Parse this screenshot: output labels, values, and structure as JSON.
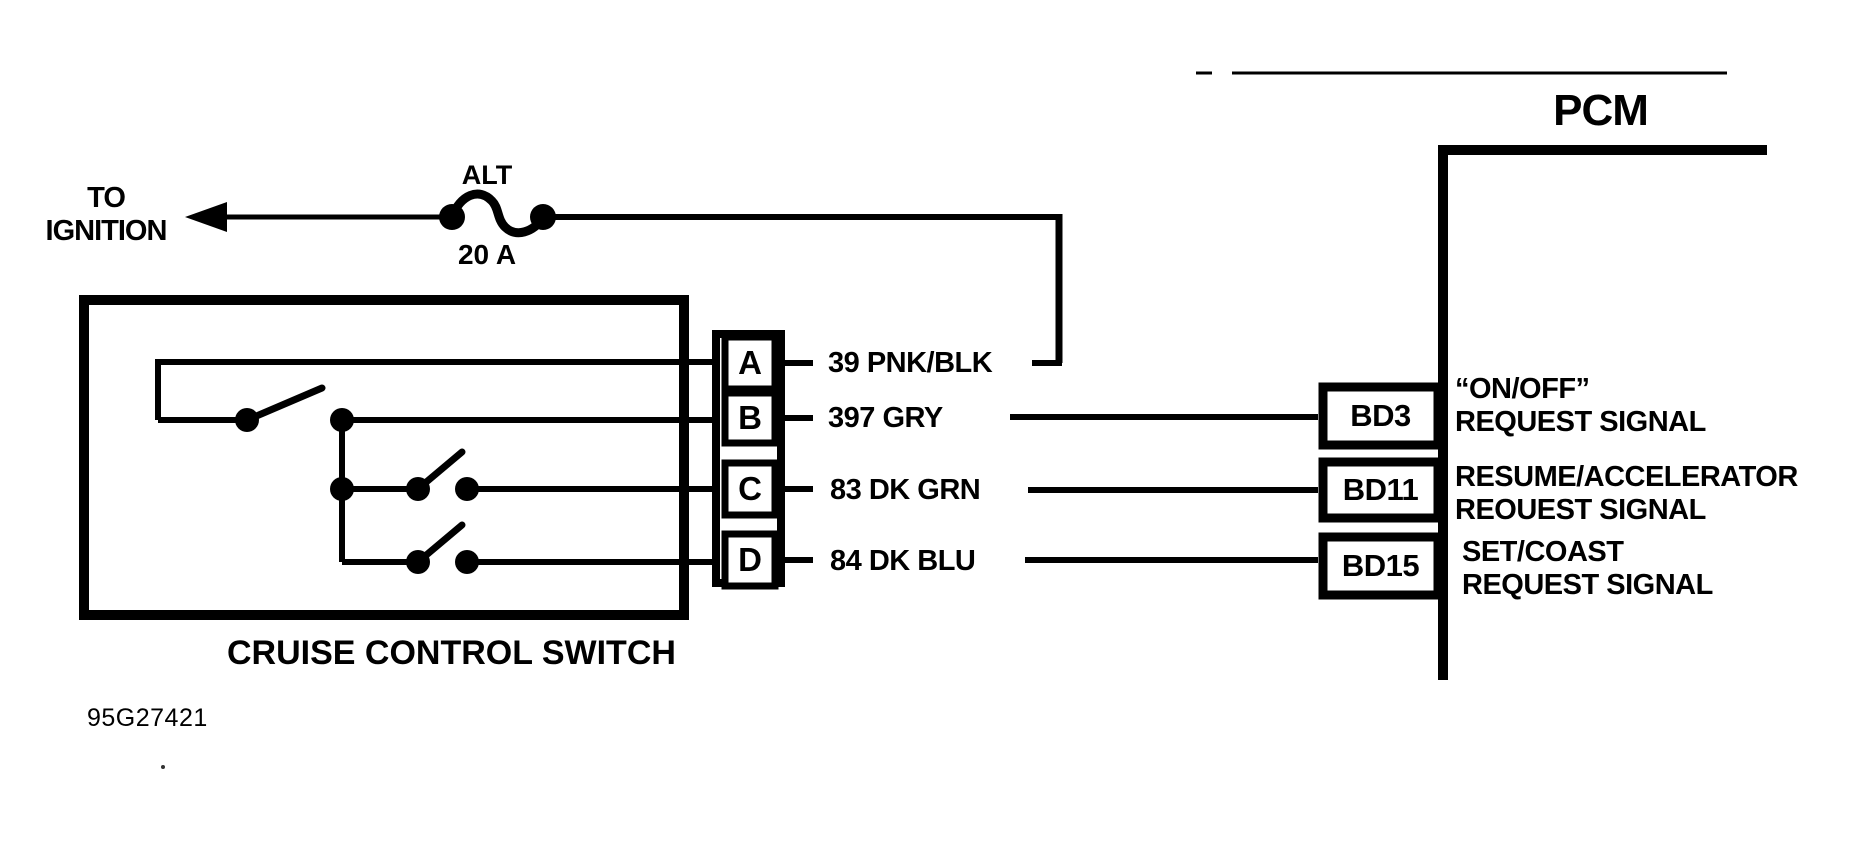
{
  "colors": {
    "ink": "#000000",
    "background": "#ffffff"
  },
  "pcm": {
    "title": "PCM",
    "terminals": [
      {
        "id": "BD3",
        "signal_line1": "“ON/OFF”",
        "signal_line2": "REQUEST SIGNAL"
      },
      {
        "id": "BD11",
        "signal_line1": "RESUME/ACCELERATOR",
        "signal_line2": "REOUEST SIGNAL"
      },
      {
        "id": "BD15",
        "signal_line1": "SET/COAST",
        "signal_line2": "REQUEST SIGNAL"
      }
    ]
  },
  "power": {
    "destination_line1": "TO",
    "destination_line2": "IGNITION",
    "fuse_name": "ALT",
    "fuse_rating": "20 A"
  },
  "switch": {
    "label": "CRUISE CONTROL SWITCH"
  },
  "connector": {
    "pins": [
      {
        "pin": "A",
        "wire_label": "39 PNK/BLK"
      },
      {
        "pin": "B",
        "wire_label": "397 GRY"
      },
      {
        "pin": "C",
        "wire_label": "83 DK GRN"
      },
      {
        "pin": "D",
        "wire_label": "84 DK BLU"
      }
    ]
  },
  "footer": {
    "figure_id": "95G27421"
  }
}
